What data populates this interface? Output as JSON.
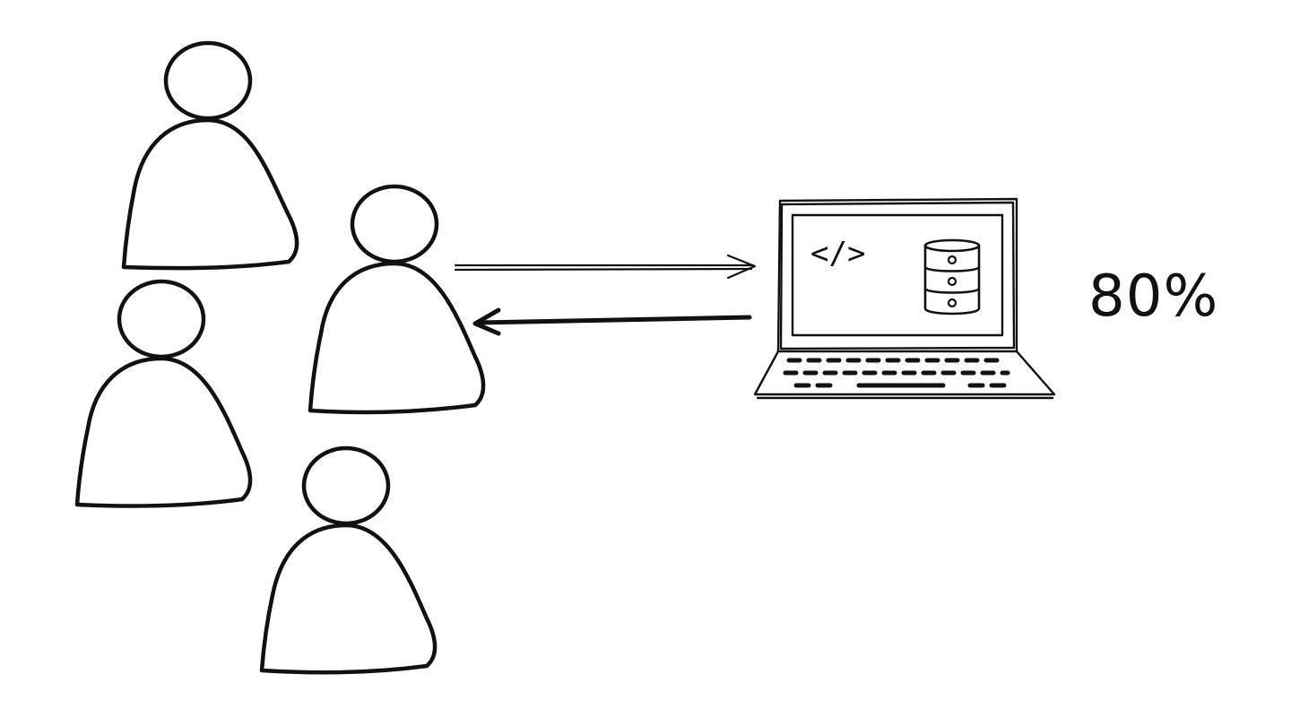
{
  "diagram": {
    "people_icons": [
      {
        "id": "user-1",
        "icon": "person-icon"
      },
      {
        "id": "user-2",
        "icon": "person-icon"
      },
      {
        "id": "user-3",
        "icon": "person-icon"
      },
      {
        "id": "user-4",
        "icon": "person-icon"
      }
    ],
    "connections": [
      {
        "id": "request-arrow",
        "icon": "arrow-right-icon",
        "from": "user-2",
        "to": "laptop"
      },
      {
        "id": "response-arrow",
        "icon": "arrow-left-icon",
        "from": "laptop",
        "to": "user-2"
      }
    ],
    "laptop": {
      "icon": "laptop-icon",
      "screen_code_symbol": "</>",
      "screen_database_icon": "database-icon"
    },
    "percentage_label": "80%"
  }
}
